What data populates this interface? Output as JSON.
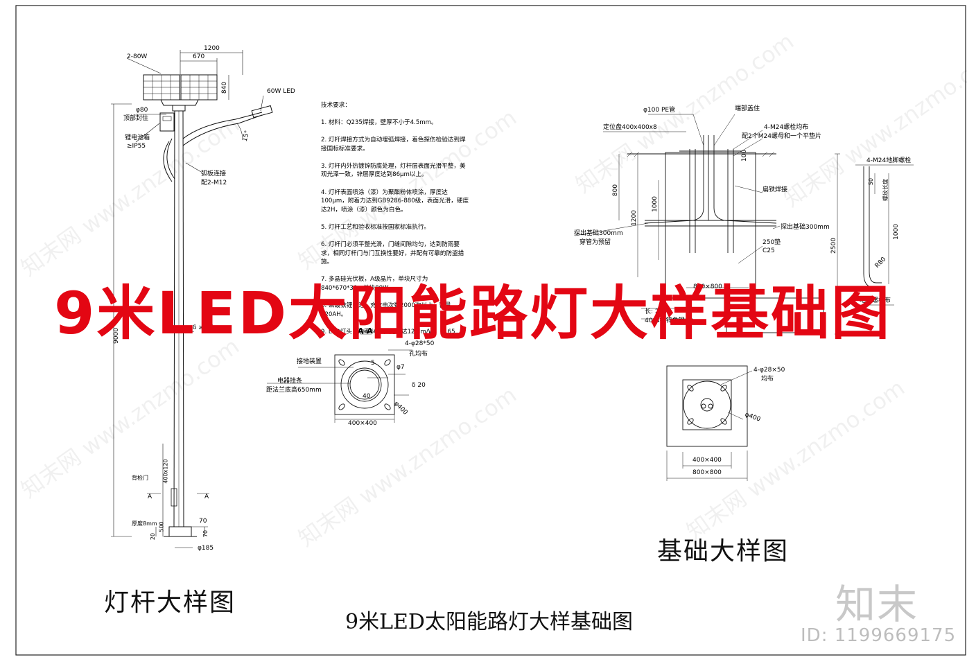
{
  "banner": "9米LED太阳能路灯大样基础图",
  "bottom_title": "9米LED太阳能路灯大样基础图",
  "captions": {
    "pole": "灯杆大样图",
    "foundation": "基础大样图"
  },
  "logo": {
    "text": "知末",
    "id": "ID: 1199669175"
  },
  "watermark": "知末网 www.znzmo.com",
  "pole_labels": {
    "width_1200": "1200",
    "width_670": "670",
    "panel": "2-80W",
    "h840": "840",
    "led": "60W LED",
    "d80": "φ80",
    "top_seal": "顶部封住",
    "battery": "锂电池箱",
    "ip": "≥IP55",
    "angle": "15°",
    "arc_plate": "弧板连接",
    "bolts_m12": "配2-M12",
    "height": "9000",
    "thickness": "δ ≥4.5mm",
    "door": "背检门",
    "door_size": "400x120",
    "a_left": "A",
    "a_right": "A",
    "h500": "500",
    "plate_t": "厚度8mm",
    "h20": "20",
    "w70": "70",
    "h70": "70",
    "d185": "φ185"
  },
  "tech": {
    "title": "技术要求：",
    "lines": [
      "1. 材料：Q235焊接，壁厚不小于4.5mm。",
      "2. 灯杆焊接方式为自动埋弧焊接，着色探伤检验达到焊接国标标准要求。",
      "3. 灯杆内外热镀锌防腐处理，灯杆层表面光滑平整，美观光泽一致，锌层厚度达到86μm以上。",
      "4. 灯杆表面喷涂（漆）为聚酯粉体喷涂，厚度达100μm，附着力达到GB9286-880级，表面光滑，硬度达2H，喷涂（漆）颜色为白色。",
      "5. 灯杆工艺和验收标准按国家标准执行。",
      "6. 灯杆门必须平整光滑，门缝间隙均匀，达到防雨要求，相同灯杆门与门互换性要好，并配有可靠的防盗措施。",
      "7. 多晶硅光伏板，A级晶片，单块尺寸为840*670*30，单块80W。",
      "8. 磷酸铁锂电池，充放电次数2000次以上，容量320AH。",
      "9. LED灯头，功率60W，光效达120lm/W，1165..."
    ]
  },
  "section_aa": {
    "title": "A-A",
    "holes": "4-φ28*50",
    "hole_dist": "孔均布",
    "ground": "接地装置",
    "hang": "电器挂条",
    "hang_dist": "距法兰底高650mm",
    "s5": "5",
    "phi7": "φ7",
    "s40": "40",
    "d20": "δ 20",
    "d400": "φ400",
    "size": "400×400"
  },
  "foundation_elev": {
    "pe": "φ100 PE管",
    "cap": "端部盖住",
    "plate": "定位盘400x400x8",
    "bolts": "4-M24螺栓均布",
    "nuts": "配2个M24螺母和一个平垫片",
    "d100": "100",
    "d800": "800",
    "d1200": "1200",
    "d1000": "1000",
    "flat_steel": "扁铁焊接",
    "left_out": "探出基础300mm",
    "left_out2": "穿管为预留",
    "right_out": "探出基础300mm",
    "concrete": "250垫",
    "grade": "C25",
    "h2500": "2500",
    "w800": "800×800",
    "len": "长: 2.5m",
    "angle_steel": "40*4镀锌角钢"
  },
  "anchor": {
    "title": "4-M24地脚螺栓",
    "d50": "50",
    "thread": "螺纹长度",
    "d1000": "1000",
    "r80": "R80",
    "label": "地脚螺栓布"
  },
  "foundation_plan": {
    "holes": "4-φ28×50",
    "uniform": "均布",
    "d400": "φ400",
    "inner": "400×400",
    "outer": "800×800"
  }
}
